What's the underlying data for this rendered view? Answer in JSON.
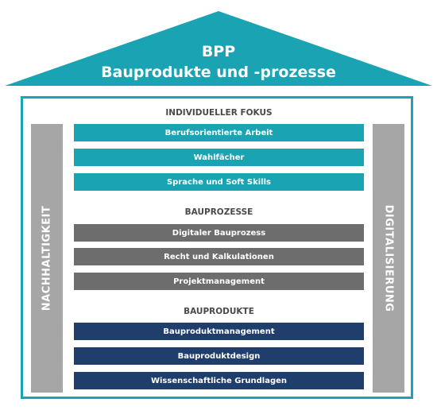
{
  "colors": {
    "teal": "#1aa3b2",
    "gray": "#6d6d6d",
    "navy": "#1f3e6b",
    "pillar": "#a6a6a6"
  },
  "roof": {
    "title": "BPP",
    "subtitle": "Bauprodukte und -prozesse"
  },
  "pillars": {
    "left": "NACHHALTIGKEIT",
    "right": "DIGITALISIERUNG"
  },
  "sections": [
    {
      "heading": "INDIVIDUELLER FOKUS",
      "items": [
        "Berufsorientierte Arbeit",
        "Wahlfächer",
        "Sprache und Soft Skills"
      ]
    },
    {
      "heading": "BAUPROZESSE",
      "items": [
        "Digitaler Bauprozess",
        "Recht und Kalkulationen",
        "Projektmanagement"
      ]
    },
    {
      "heading": "BAUPRODUKTE",
      "items": [
        "Bauproduktmanagement",
        "Bauproduktdesign",
        "Wissenschaftliche Grundlagen"
      ]
    }
  ]
}
